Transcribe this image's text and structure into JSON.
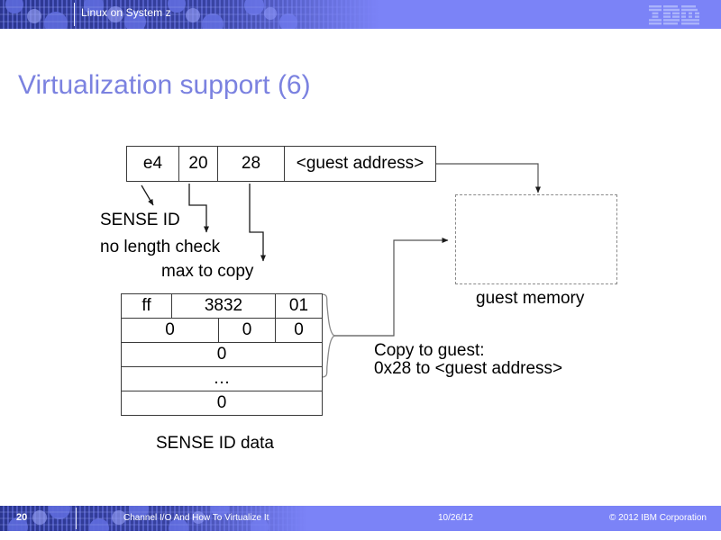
{
  "header": {
    "title": "Linux on System z",
    "logo": "ibm-logo",
    "band_color": "#7b83f7",
    "pattern_color": "#2f3a8f"
  },
  "slide": {
    "title": "Virtualization support (6)",
    "title_color": "#7b82e0"
  },
  "diagram": {
    "ccw_table": {
      "cells": [
        "e4",
        "20",
        "28",
        "<guest address>"
      ]
    },
    "annotations": {
      "sense_id": "SENSE ID",
      "no_length_check": "no length check",
      "max_to_copy": "max to copy",
      "guest_memory": "guest memory",
      "copy_line1": "Copy to guest:",
      "copy_line2": "0x28 to <guest address>",
      "sense_id_data": "SENSE ID data"
    },
    "sense_table": {
      "rows": [
        [
          "ff",
          "3832",
          "01"
        ],
        [
          "0",
          "0",
          "0"
        ],
        [
          "0"
        ],
        [
          "…"
        ],
        [
          "0"
        ]
      ]
    }
  },
  "footer": {
    "page_number": "20",
    "subject": "Channel I/O And How To Virtualize It",
    "date": "10/26/12",
    "copyright": "© 2012 IBM Corporation"
  }
}
